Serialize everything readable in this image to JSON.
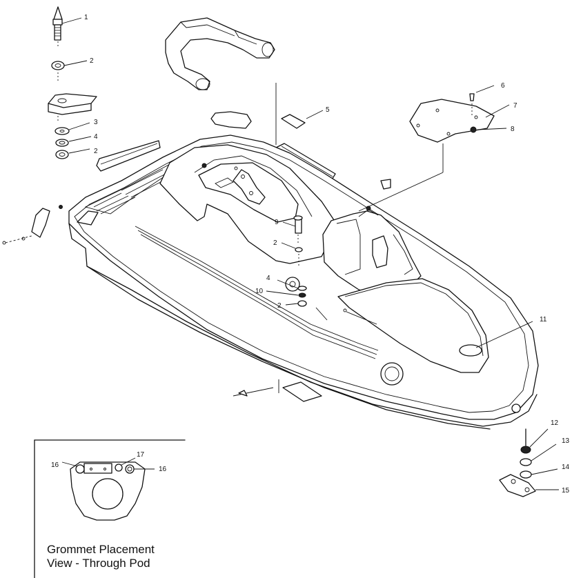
{
  "callouts": {
    "c1": "1",
    "c2": "2",
    "c3": "3",
    "c4": "4",
    "c2b": "2",
    "c5": "5",
    "c6": "6",
    "c7": "7",
    "c8": "8",
    "c9": "9",
    "c2c": "2",
    "c4b": "4",
    "c10": "10",
    "c2d": "2",
    "c11": "11",
    "c12": "12",
    "c13": "13",
    "c14": "14",
    "c15": "15",
    "c16a": "16",
    "c17": "17",
    "c16b": "16"
  },
  "inset": {
    "caption_line1": "Grommet Placement",
    "caption_line2": "View - Through Pod"
  }
}
